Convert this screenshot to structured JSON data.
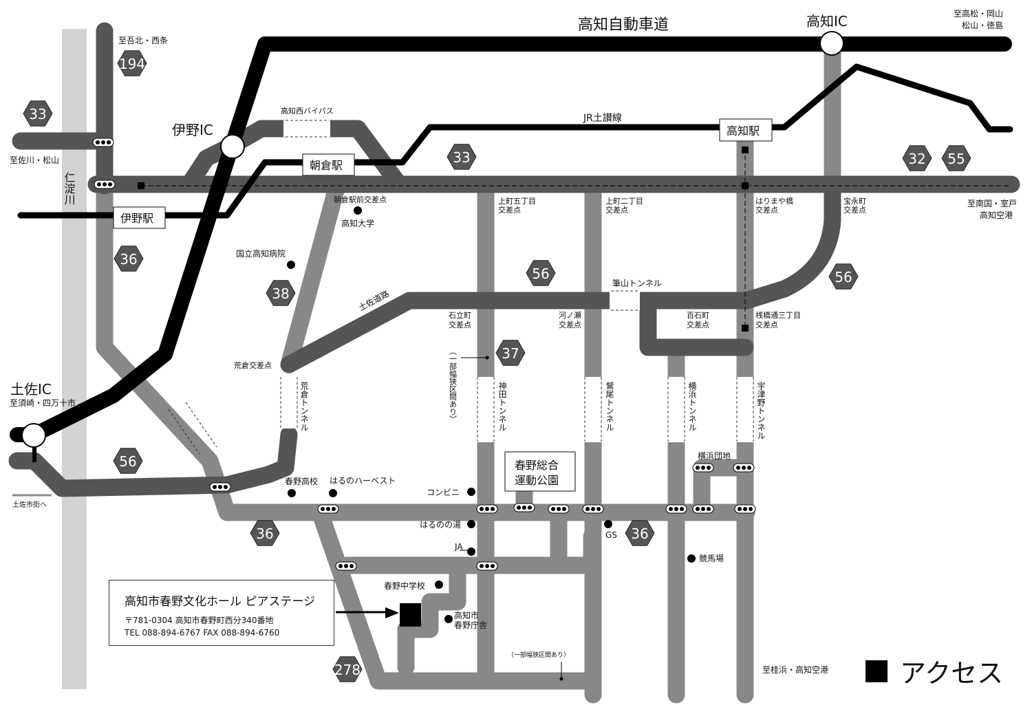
{
  "title": "アクセス",
  "venue": {
    "name": "高知市春野文化ホール ピアステージ",
    "address": "〒781-0304  高知市春野町西分340番地",
    "contact": "TEL  088-894-6767  FAX  088-894-6760"
  },
  "expressway": {
    "name": "高知自動車道",
    "interchanges": {
      "kochi": "高知IC",
      "ino": "伊野IC",
      "tosa": "土佐IC"
    }
  },
  "rail": {
    "line": "JR土讃線"
  },
  "stations": {
    "kochi": "高知駅",
    "asakura": "朝倉駅",
    "ino": "伊野駅"
  },
  "river": "仁淀川",
  "bypass": "高知西バイパス",
  "tosa_road": "土佐道路",
  "route_shields": [
    "194",
    "33",
    "33",
    "32",
    "55",
    "36",
    "38",
    "56",
    "56",
    "37",
    "56",
    "36",
    "36",
    "278"
  ],
  "directions": {
    "agawa_saijo": "至吾北・西条",
    "sakawa_matsuyama": "至佐川・松山",
    "takamatsu_okayama": "至高松・岡山",
    "matsuyama_tokushima": "松山・徳島",
    "nankoku_muroto": "至南国・室戸",
    "kochi_airport": "高知空港",
    "susaki_shimanto": "至須崎・四万十市",
    "tosa_city": "土佐市街へ",
    "katsurahama": "至桂浜・高知空港"
  },
  "intersections": {
    "asakura_ekimae": "朝倉駅前交差点",
    "kamimachi5_a": "上町五丁目",
    "kamimachi5_b": "交差点",
    "kamimachi2_a": "上町二丁目",
    "kamimachi2_b": "交差点",
    "harimaya_a": "はりまや橋",
    "harimaya_b": "交差点",
    "takaramachi_a": "宝永町",
    "takaramachi_b": "交差点",
    "ishidate_a": "石立町",
    "ishidate_b": "交差点",
    "konose_a": "河ノ瀬",
    "konose_b": "交差点",
    "hyakkoku_a": "百石町",
    "hyakkoku_b": "交差点",
    "sanbashi_a": "桟橋通三丁目",
    "sanbashi_b": "交差点",
    "araku": "荒倉交差点"
  },
  "tunnels": {
    "fudeyama": "筆山トンネル",
    "araku": "荒倉トンネル",
    "kanda": "神田トンネル",
    "washio": "鷲尾トンネル",
    "yokohama": "横浜トンネル",
    "utsuno": "宇津野トンネル"
  },
  "landmarks": {
    "kochi_univ": "高知大学",
    "hospital": "国立高知病院",
    "haruno_hs": "春野高校",
    "harvest": "はるのハーベスト",
    "konbini": "コンビニ",
    "onsen": "はるのの湯",
    "ja": "JA",
    "gs": "GS",
    "keibajo": "競馬場",
    "haruno_jhs": "春野中学校",
    "office_a": "高知市",
    "office_b": "春野庁舎",
    "yokohama_danchi": "横浜団地",
    "park_a": "春野総合",
    "park_b": "運動公園"
  },
  "notes": {
    "narrow_vertical": "（一部幅狭区間あり）",
    "narrow_bottom": "（一部幅狭区間あり）"
  },
  "colors": {
    "expressway": "#000000",
    "major_road": "#555555",
    "local_road": "#888888",
    "river": "#d3d3d3"
  }
}
